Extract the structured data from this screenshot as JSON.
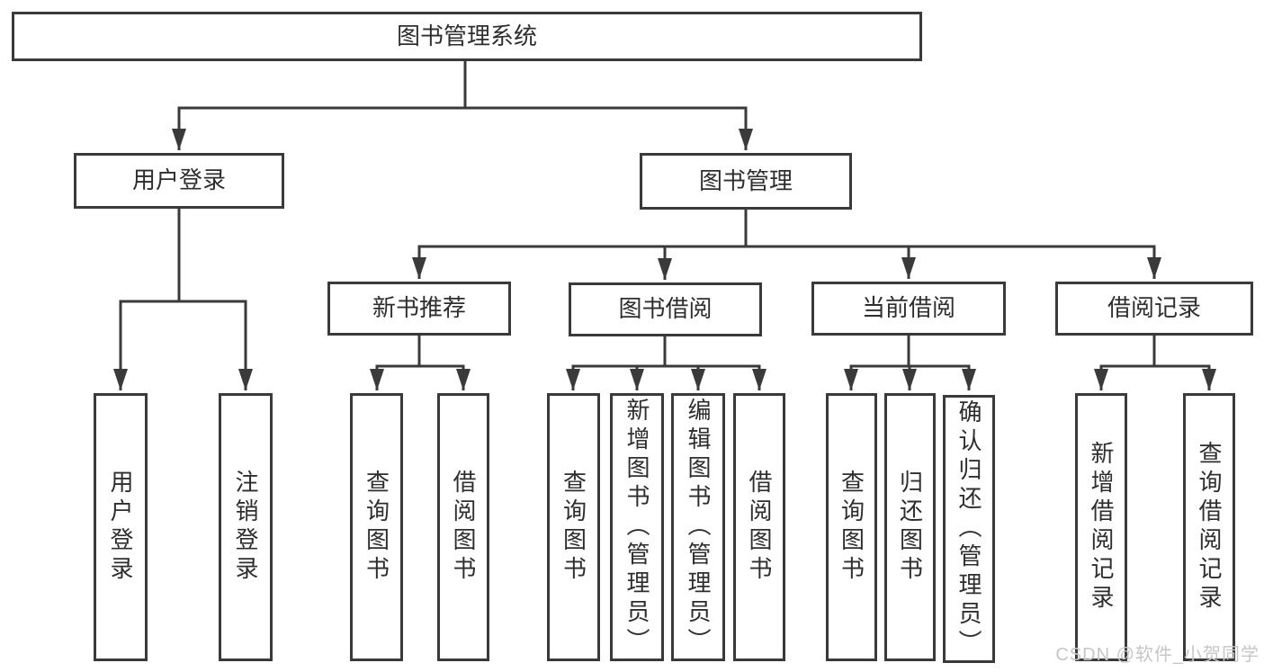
{
  "tree": {
    "root": {
      "label": "图书管理系统"
    },
    "user_login": {
      "label": "用户登录",
      "children": {
        "login": {
          "label": "用户登录"
        },
        "logout": {
          "label": "注销登录"
        }
      }
    },
    "book_management": {
      "label": "图书管理",
      "sections": {
        "new_book_recommendation": {
          "label": "新书推荐",
          "children": {
            "query_books": {
              "label": "查询图书"
            },
            "borrow_books": {
              "label": "借阅图书"
            }
          }
        },
        "book_borrowing": {
          "label": "图书借阅",
          "children": {
            "query_books": {
              "label": "查询图书"
            },
            "add_books_admin": {
              "label": "新增图书（管理员）"
            },
            "edit_books_admin": {
              "label": "编辑图书（管理员）"
            },
            "borrow_books": {
              "label": "借阅图书"
            }
          }
        },
        "current_borrowing": {
          "label": "当前借阅",
          "children": {
            "query_books": {
              "label": "查询图书"
            },
            "return_books": {
              "label": "归还图书"
            },
            "confirm_return_admin": {
              "label": "确认归还（管理员）"
            }
          }
        },
        "borrowing_records": {
          "label": "借阅记录",
          "children": {
            "add_borrow_record": {
              "label": "新增借阅记录"
            },
            "query_borrow_record": {
              "label": "查询借阅记录"
            }
          }
        }
      }
    }
  },
  "watermark": {
    "text": "CSDN @软件_小贺同学"
  },
  "colors": {
    "line": "#3a3a3a",
    "border": "#3a3a3a",
    "text": "#2e2e2e",
    "watermark": "#c6c6c6",
    "background": "#ffffff"
  }
}
